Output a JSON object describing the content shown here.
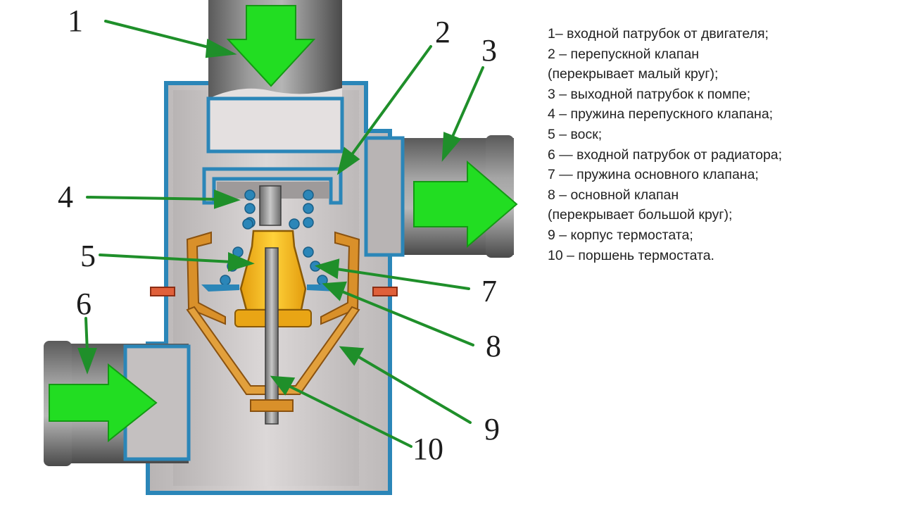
{
  "callouts": {
    "n1": "1",
    "n2": "2",
    "n3": "3",
    "n4": "4",
    "n5": "5",
    "n6": "6",
    "n7": "7",
    "n8": "8",
    "n9": "9",
    "n10": "10"
  },
  "legend": [
    "1– входной патрубок от двигателя;",
    "2 – перепускной клапан",
    "(перекрывает малый круг);",
    "3 – выходной патрубок к помпе;",
    "4 – пружина перепускного клапана;",
    "5 – воск;",
    "6 — входной патрубок от радиатора;",
    "7 — пружина основного клапана;",
    "8 – основной клапан",
    "(перекрывает большой круг);",
    "9 – корпус термостата;",
    "10 – поршень термостата."
  ],
  "colors": {
    "flow_arrow": "#22dd22",
    "callout_arrow": "#1f8f2a",
    "housing_outline": "#2b86b8",
    "wax_element": "#f3b518",
    "main_valve": "#d9902a",
    "gasket": "#e0603a",
    "metal": "#8e8e8e"
  }
}
